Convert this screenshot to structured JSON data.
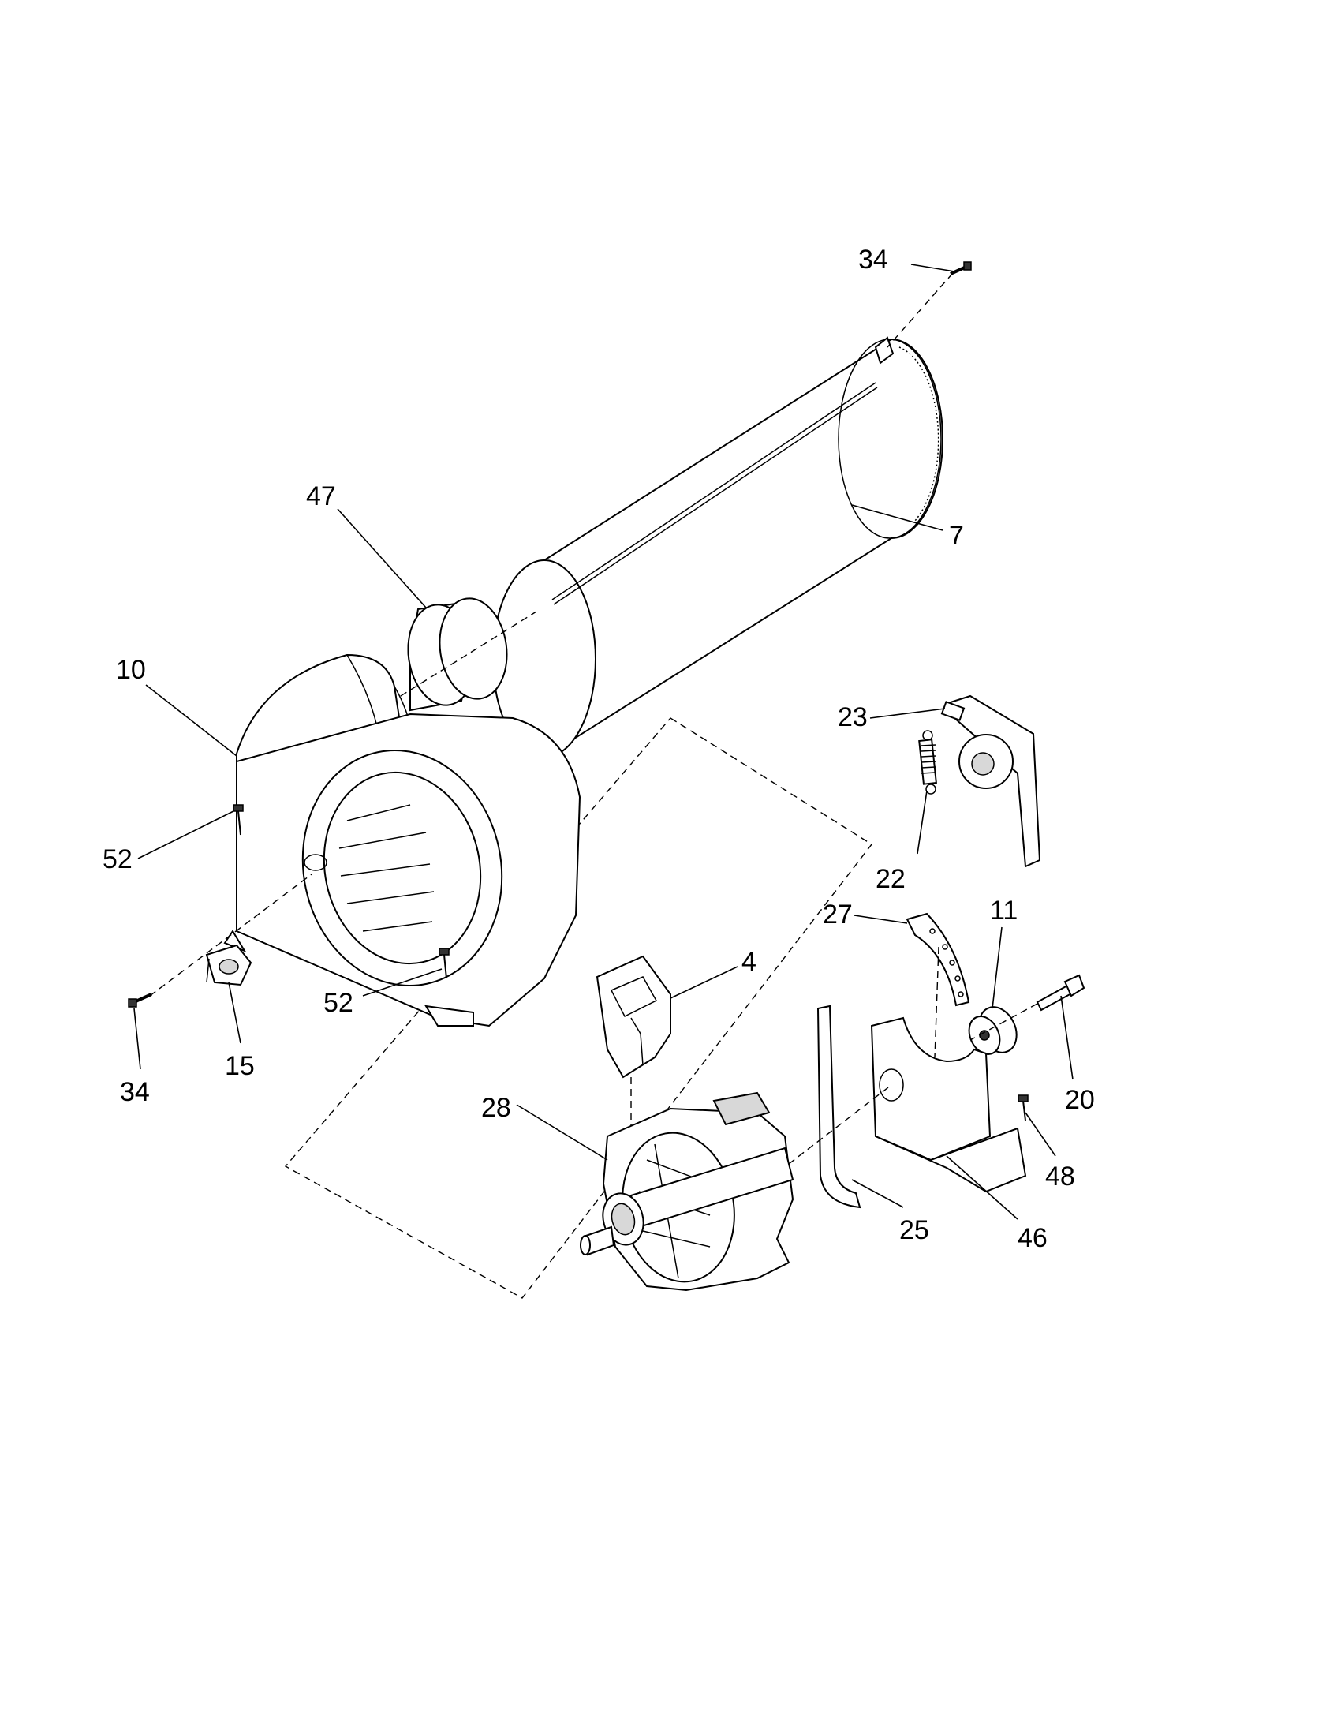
{
  "diagram": {
    "callouts": [
      {
        "id": "c34a",
        "label": "34"
      },
      {
        "id": "c47",
        "label": "47"
      },
      {
        "id": "c7",
        "label": "7"
      },
      {
        "id": "c10",
        "label": "10"
      },
      {
        "id": "c23",
        "label": "23"
      },
      {
        "id": "c52a",
        "label": "52"
      },
      {
        "id": "c22",
        "label": "22"
      },
      {
        "id": "c27",
        "label": "27"
      },
      {
        "id": "c11",
        "label": "11"
      },
      {
        "id": "c4",
        "label": "4"
      },
      {
        "id": "c52b",
        "label": "52"
      },
      {
        "id": "c20",
        "label": "20"
      },
      {
        "id": "c34b",
        "label": "34"
      },
      {
        "id": "c15",
        "label": "15"
      },
      {
        "id": "c28",
        "label": "28"
      },
      {
        "id": "c48",
        "label": "48"
      },
      {
        "id": "c25",
        "label": "25"
      },
      {
        "id": "c46",
        "label": "46"
      }
    ]
  },
  "colors": {
    "line": "#000000",
    "background": "#ffffff",
    "shade": "#d8d8d8"
  }
}
